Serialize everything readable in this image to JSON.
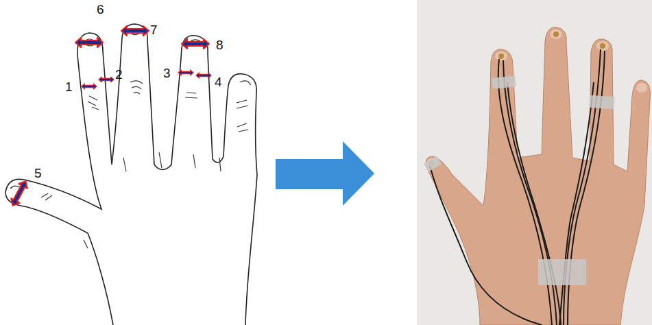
{
  "diagram": {
    "labels": [
      "6",
      "7",
      "8",
      "1",
      "2",
      "3",
      "4",
      "5"
    ]
  }
}
